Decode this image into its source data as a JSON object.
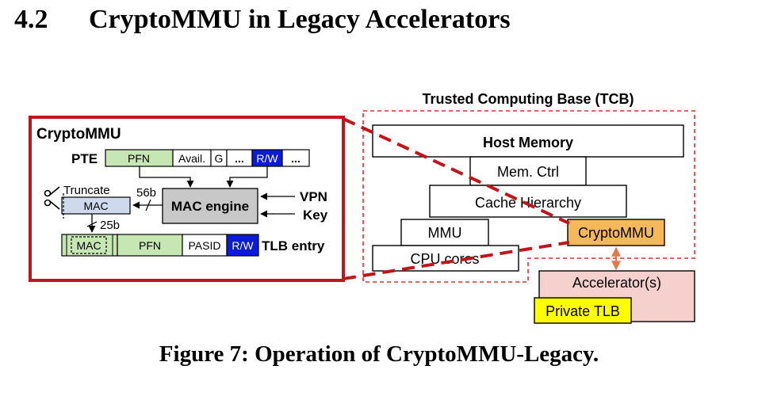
{
  "section": {
    "number": "4.2",
    "title": "CryptoMMU in Legacy Accelerators"
  },
  "caption": "Figure 7: Operation of CryptoMMU-Legacy.",
  "colors": {
    "red_frame": "#c0161b",
    "green_field": "#c6e6b3",
    "blue_field": "#0b1bd6",
    "mac_fill": "#cfd9ee",
    "engine_fill": "#c8c8c8",
    "cryptommu_fill": "#f5b95c",
    "accelerator_fill": "#f6d0cd",
    "private_tlb_fill": "#ffff00"
  },
  "left_panel": {
    "title": "CryptoMMU",
    "pte": {
      "label": "PTE",
      "fields": [
        "PFN",
        "Avail.",
        "G",
        "...",
        "R/W",
        "..."
      ]
    },
    "truncate_label": "Truncate",
    "mac_label": "MAC",
    "bits_56": "56b",
    "bits_25": "25b",
    "mac_engine": "MAC engine",
    "inputs": [
      "VPN",
      "Key"
    ],
    "tlb_entry": {
      "label": "TLB entry",
      "fields": [
        "MAC",
        "PFN",
        "PASID",
        "R/W"
      ]
    }
  },
  "right_panel": {
    "tcb_title": "Trusted Computing Base (TCB)",
    "host_memory": "Host Memory",
    "mem_ctrl": "Mem. Ctrl",
    "cache_hierarchy": "Cache Hierarchy",
    "mmu": "MMU",
    "cryptommu": "CryptoMMU",
    "cpu_cores": "CPU cores",
    "accelerator": "Accelerator(s)",
    "private_tlb": "Private TLB"
  }
}
